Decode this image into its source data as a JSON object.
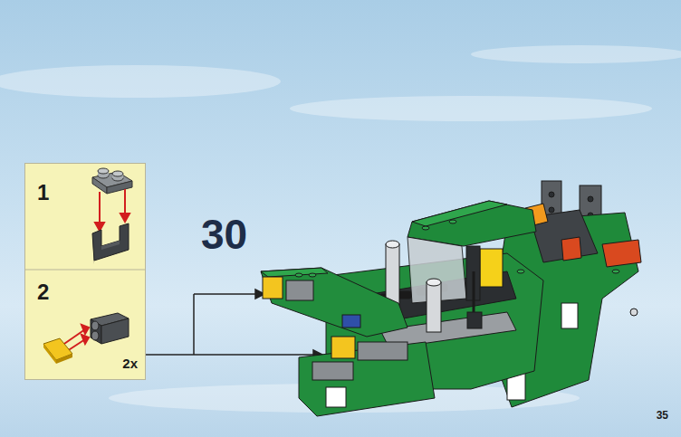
{
  "diagram": {
    "nodes": [
      {
        "text": [
          "1",
          "2",
          "2x"
        ]
      }
    ],
    "labels": [
      "30",
      "35"
    ]
  }
}
